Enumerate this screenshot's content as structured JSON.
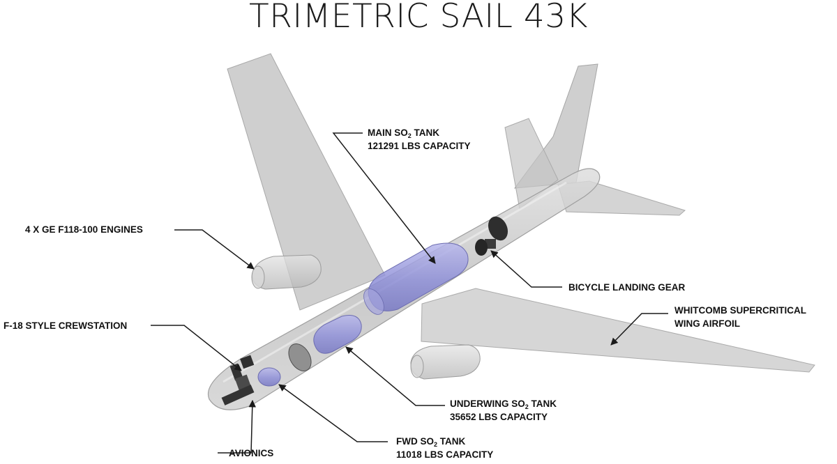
{
  "title": "TRIMETRIC SAIL 43K",
  "labels": {
    "main_tank": {
      "name_a": "MAIN SO",
      "sub": "2",
      "name_b": " TANK",
      "capacity": "121291 LBS CAPACITY"
    },
    "engines": {
      "text": "4 X GE F118-100 ENGINES"
    },
    "landing_gear": {
      "text": "BICYCLE LANDING GEAR"
    },
    "wing_airfoil": {
      "line1": "WHITCOMB SUPERCRITICAL",
      "line2": "WING AIRFOIL"
    },
    "crewstation": {
      "text": "F-18 STYLE CREWSTATION"
    },
    "underwing_tank": {
      "name_a": "UNDERWING SO",
      "sub": "2",
      "name_b": " TANK",
      "capacity": "35652 LBS CAPACITY"
    },
    "avionics": {
      "text": "AVIONICS"
    },
    "fwd_tank": {
      "name_a": "FWD SO",
      "sub": "2",
      "name_b": " TANK",
      "capacity": "11018 LBS CAPACITY"
    }
  },
  "colors": {
    "airframe": "#c8c8c8",
    "tank": "#8f90d8",
    "leader": "#1a1a1a"
  }
}
